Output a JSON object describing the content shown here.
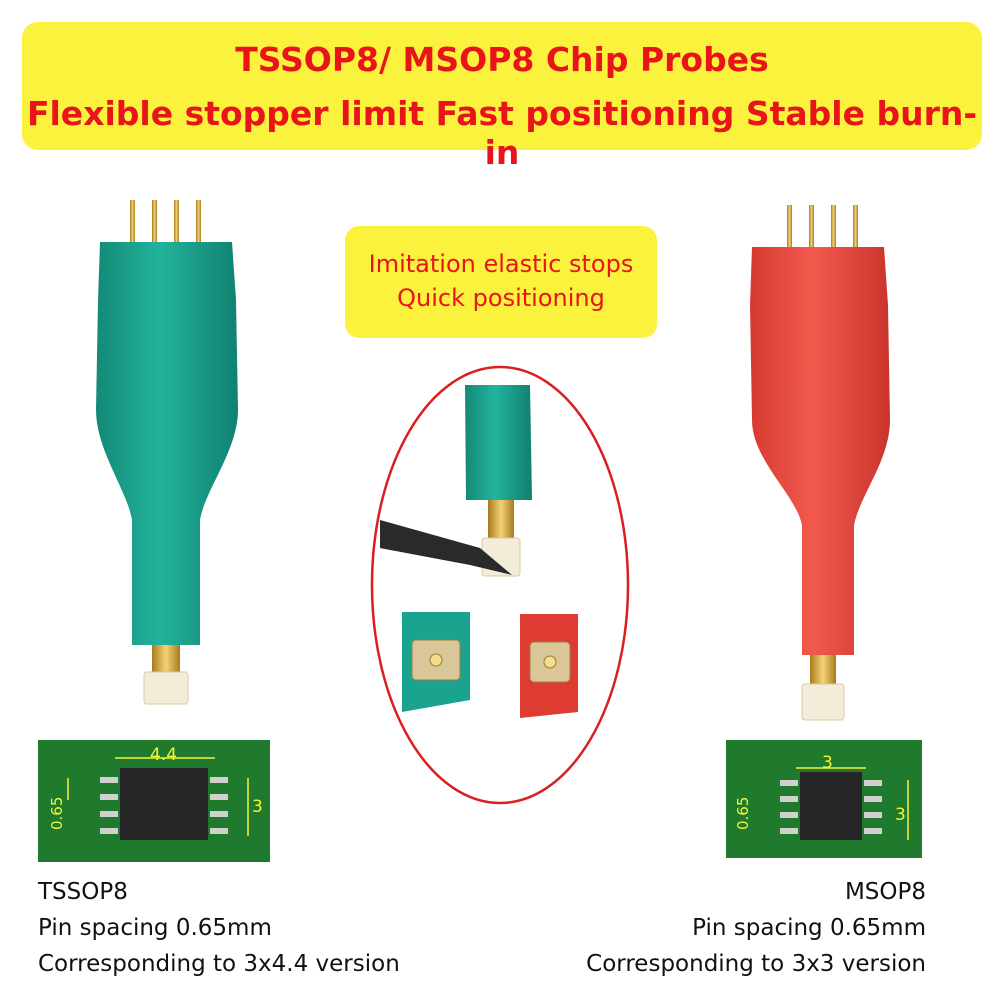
{
  "banner": {
    "line1": "TSSOP8/ MSOP8 Chip Probes",
    "line2": "Flexible stopper limit Fast positioning Stable burn-in"
  },
  "callout": {
    "line1": "Imitation elastic stops",
    "line2": "Quick positioning"
  },
  "left_probe": {
    "color": "#1aa38e",
    "board_dims": {
      "width": "4.4",
      "pitch": "0.65",
      "height": "3"
    },
    "caption": {
      "name": "TSSOP8",
      "spacing": "Pin spacing 0.65mm",
      "version": "Corresponding to 3x4.4 version"
    }
  },
  "right_probe": {
    "color": "#ea4a40",
    "board_dims": {
      "width": "3",
      "pitch": "0.65",
      "height": "3"
    },
    "caption": {
      "name": "MSOP8",
      "spacing": "Pin spacing 0.65mm",
      "version": "Corresponding to 3x3 version"
    }
  },
  "colors": {
    "banner": "#fbf23d",
    "text_red": "#e8141a",
    "pcb": "#1f7a2e",
    "ellipse": "#d91f1f"
  }
}
